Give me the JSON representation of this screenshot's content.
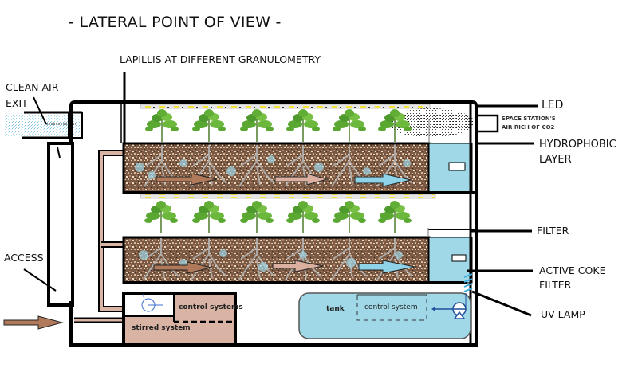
{
  "diagram": {
    "title": "- LATERAL POINT OF VIEW -",
    "labels": {
      "lapillis": "LAPILLIS AT DIFFERENT GRANULOMETRY",
      "clean_air_exit": [
        "CLEAN AIR",
        "EXIT"
      ],
      "access": "ACCESS",
      "led": "LED",
      "space_station_air": [
        "SPACE STATION'S",
        "AIR RICH OF CO2"
      ],
      "hydrophobic_layer": [
        "HYDROPHOBIC",
        "LAYER"
      ],
      "filter": "FILTER",
      "active_coke_filter": [
        "ACTIVE COKE",
        "FILTER"
      ],
      "uv_lamp": "UV LAMP"
    },
    "components": {
      "control_systems": "control systems",
      "stirred_system": "stirred system",
      "tank": "tank",
      "tank_control_system": "control system"
    },
    "growth_levels": [
      {
        "name": "upper",
        "plants": 6
      },
      {
        "name": "lower",
        "plants": 6
      }
    ],
    "colors": {
      "frame": "#000000",
      "substrate": "#8a6a4f",
      "water": "#a0d8e8",
      "pipe": "#d9b3a3",
      "led_yellow": "#f2e233",
      "plant_green": "#5aa832",
      "co2_air": "#222222",
      "clean_air": "#9dd6ea",
      "arrow_brown": "#b07a5a",
      "arrow_pink": "#dcb0a0",
      "arrow_blue": "#8fd3e8"
    }
  }
}
